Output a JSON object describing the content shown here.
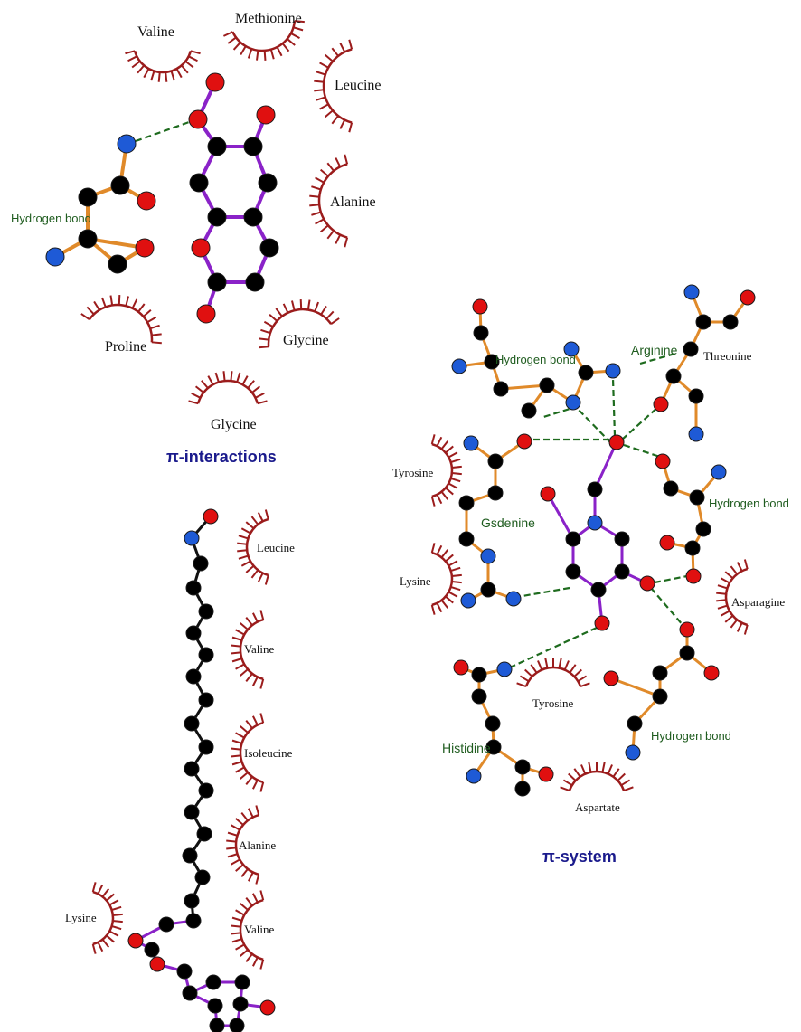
{
  "colors": {
    "carbon": "#000000",
    "nitrogen": "#1e5ad6",
    "oxygen": "#e01010",
    "ligand_bond": "#8a22c8",
    "protein_bond": "#e08a2a",
    "chain_bond": "#111111",
    "hydrophobic_arc": "#9b1c1c",
    "hbond_line": "#1e6b1e",
    "hbond_text": "#1f5c1f",
    "title_text": "#1a1a8c"
  },
  "panel_top_left": {
    "residues": [
      "Valine",
      "Methionine",
      "Leucine",
      "Alanine",
      "Glycine",
      "Proline",
      "Glycine"
    ],
    "hbond_label": "Hydrogen bond",
    "title": "π-interactions"
  },
  "panel_bottom_left": {
    "residues": [
      "Leucine",
      "Valine",
      "Isoleucine",
      "Alanine",
      "Valine",
      "Lysine"
    ]
  },
  "panel_right": {
    "residues": [
      "Threonine",
      "Tyrosine",
      "Lysine",
      "Asparagine",
      "Tyrosine",
      "Aspartate"
    ],
    "hbond_residues": [
      "Arginine",
      "Gsdenine",
      "Histidine"
    ],
    "hbond_labels": [
      "Hydrogen bond",
      "Hydrogen bond",
      "Hydrogen bond"
    ],
    "title": "π-system"
  }
}
